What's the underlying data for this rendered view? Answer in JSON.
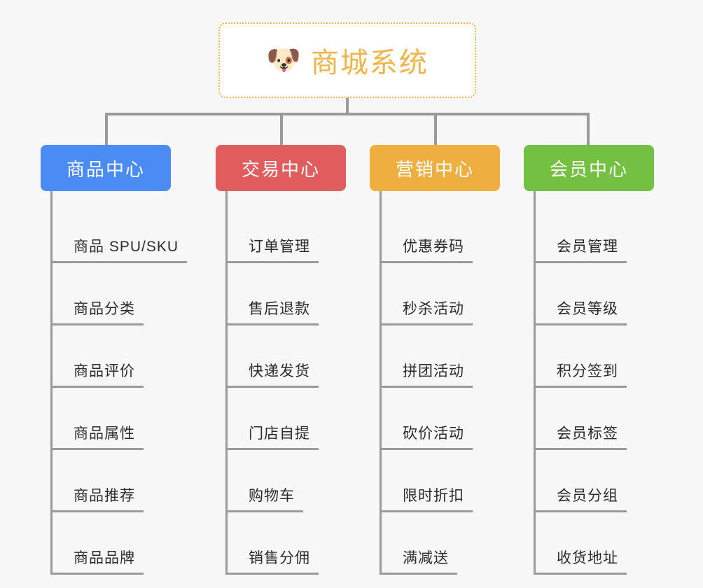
{
  "page": {
    "background_color": "#f7f7f7",
    "line_color": "#9a9a9a"
  },
  "root": {
    "icon": "shiba-dog-face-emoji",
    "icon_glyph": "🐶",
    "title": "商城系统",
    "border_color": "#f0b44a",
    "text_color": "#f0b44a",
    "border_style": "dotted"
  },
  "categories": [
    {
      "label": "商品中心",
      "color": "#4a8cf4",
      "items": [
        {
          "label": "商品 SPU/SKU"
        },
        {
          "label": "商品分类"
        },
        {
          "label": "商品评价"
        },
        {
          "label": "商品属性"
        },
        {
          "label": "商品推荐"
        },
        {
          "label": "商品品牌"
        }
      ]
    },
    {
      "label": "交易中心",
      "color": "#e15c5c",
      "items": [
        {
          "label": "订单管理"
        },
        {
          "label": "售后退款"
        },
        {
          "label": "快递发货"
        },
        {
          "label": "门店自提"
        },
        {
          "label": "购物车"
        },
        {
          "label": "销售分佣"
        }
      ]
    },
    {
      "label": "营销中心",
      "color": "#eeaf40",
      "items": [
        {
          "label": "优惠券码"
        },
        {
          "label": "秒杀活动"
        },
        {
          "label": "拼团活动"
        },
        {
          "label": "砍价活动"
        },
        {
          "label": "限时折扣"
        },
        {
          "label": "满减送"
        }
      ]
    },
    {
      "label": "会员中心",
      "color": "#74c043",
      "items": [
        {
          "label": "会员管理"
        },
        {
          "label": "会员等级"
        },
        {
          "label": "积分签到"
        },
        {
          "label": "会员标签"
        },
        {
          "label": "会员分组"
        },
        {
          "label": "收货地址"
        }
      ]
    }
  ]
}
